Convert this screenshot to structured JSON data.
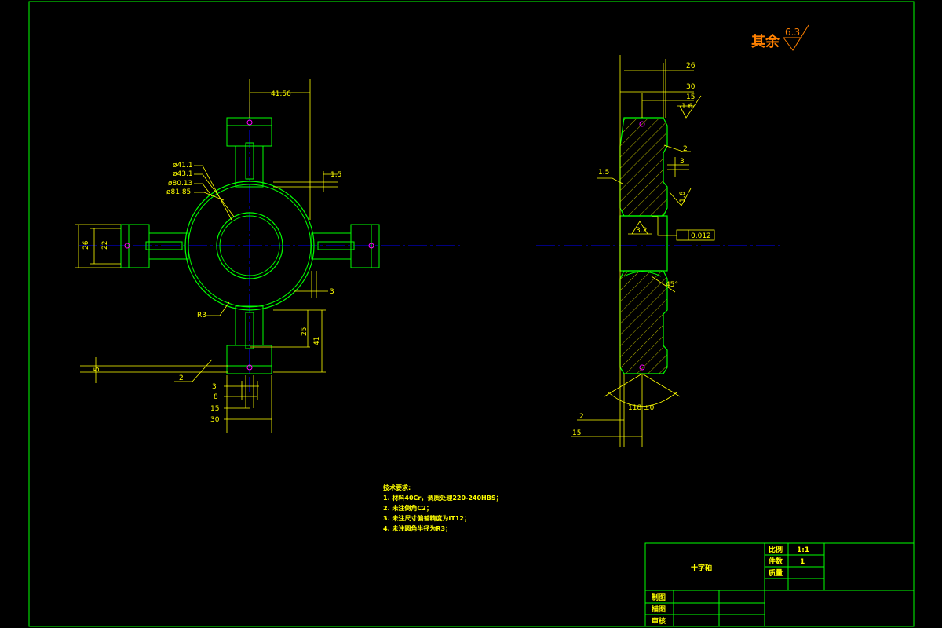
{
  "colors": {
    "background": "#000000",
    "frame": "#00ff00",
    "part_outline": "#00ff00",
    "dimension": "#ffff00",
    "centerline": "#0000ff",
    "roughness_label": "#ff8000",
    "hatch": "#ffff00",
    "hole_marker": "#ff00ff"
  },
  "roughness_note": {
    "label": "其余",
    "value": "6.3"
  },
  "front_view": {
    "dimensions": {
      "width_top": "41.56",
      "gap_right": "1.5",
      "dia_1": "ø41.1",
      "dia_2": "ø43.1",
      "dia_3": "ø80.13",
      "dia_4": "ø81.85",
      "left_outer": "26",
      "left_inner": "22",
      "radius": "R3",
      "gap_bottom_right": "3",
      "bottom_25": "25",
      "bottom_41": "41",
      "left_5": "5",
      "roughness_2": "2",
      "bottom_3": "3",
      "bottom_8": "8",
      "bottom_15": "15",
      "bottom_30": "30"
    }
  },
  "side_view": {
    "dimensions": {
      "top_26": "26",
      "top_30": "30",
      "top_15": "15",
      "roughness_16_top": "1.6",
      "chamfer_2": "2",
      "right_3": "3",
      "left_15": "1.5",
      "roughness_16_right": "1.6",
      "roughness_32": "3.2",
      "runout": "0.012",
      "angle_45": "45°",
      "angle_118": "118 ±0",
      "bottom_2": "2",
      "bottom_15": "15"
    }
  },
  "tech_requirements": {
    "title": "技术要求:",
    "items": [
      "1. 材料40Cr，调质处理220-240HBS；",
      "2. 未注倒角C2；",
      "3. 未注尺寸偏差精度为IT12；",
      "4. 未注圆角半径为R3；"
    ]
  },
  "title_block": {
    "part_name": "十字轴",
    "scale_label": "比例",
    "scale_value": "1:1",
    "qty_label": "件数",
    "qty_value": "1",
    "weight_label": "质量",
    "weight_value": "",
    "drawn_label": "制图",
    "drafted_label": "描图",
    "checked_label": "审核"
  }
}
